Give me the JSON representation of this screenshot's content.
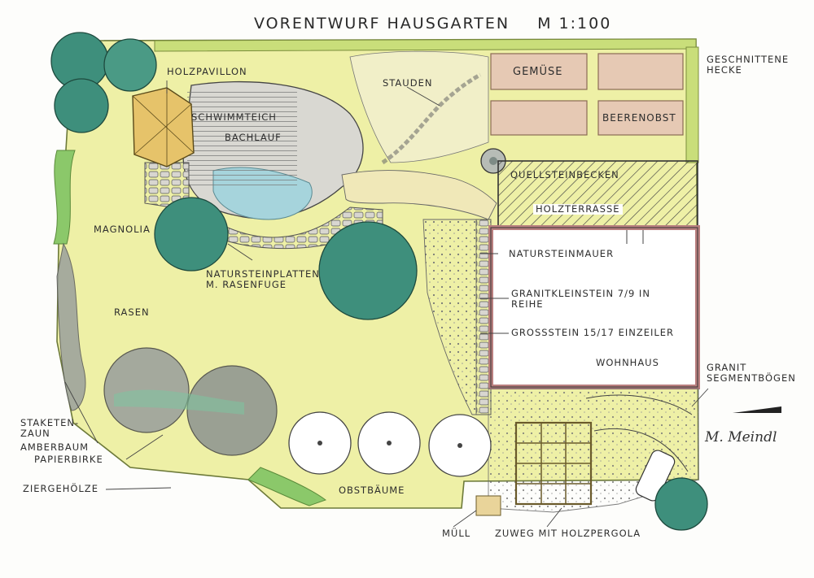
{
  "title": {
    "text": "VORENTWURF HAUSGARTEN",
    "scale": "M 1:100"
  },
  "labels": {
    "holzpavillon": "HOLZPAVILLON",
    "schwimmteich": "SCHWIMMTEICH",
    "bachlauf": "BACHLAUF",
    "stauden": "STAUDEN",
    "gemuese": "GEMÜSE",
    "beerenobst": "BEERENOBST",
    "geschnittene_hecke": "GESCHNITTENE HECKE",
    "quellsteinbecken": "QUELLSTEINBECKEN",
    "holzterrasse": "HOLZTERRASSE",
    "magnolia": "MAGNOLIA",
    "natursteinplatten": "NATURSTEINPLATTEN M. RASENFUGE",
    "natursteinmauer": "NATURSTEINMAUER",
    "granitkleinstein": "GRANITKLEINSTEIN 7/9 IN REIHE",
    "grossstein": "GROSSSTEIN 15/17 EINZEILER",
    "wohnhaus": "WOHNHAUS",
    "rasen": "RASEN",
    "granit_segmentboegen": "GRANIT SEGMENTBÖGEN",
    "staketenzaun": "STAKETEN-ZAUN",
    "amberbaum": "AMBERBAUM",
    "papierbirke": "PAPIERBIRKE",
    "ziergehoelze": "ZIERGEHÖLZE",
    "obstbaeume": "OBSTBÄUME",
    "muell": "MÜLL",
    "zuweg": "ZUWEG MIT HOLZPERGOLA"
  },
  "signature": "M. Meindl",
  "colors": {
    "lawn": "#eef0a6",
    "hedge": "#c9de7a",
    "tree_green": "#3e8f7c",
    "tree_grey": "#9aa09c",
    "vegetable_bed": "#e6c9b4",
    "house_wall": "#d9a8a8",
    "pond": "#a6d4dc",
    "pavilion": "#e6c36a",
    "outline": "#3a3a3a"
  }
}
